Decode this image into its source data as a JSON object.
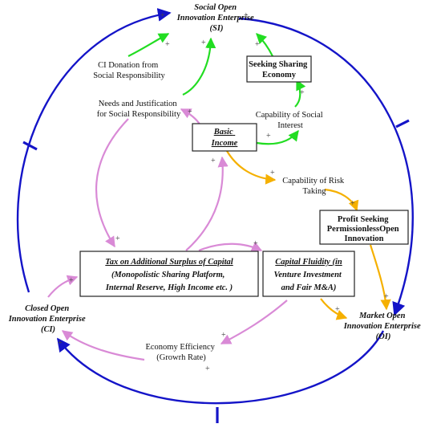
{
  "colors": {
    "outer_loop": "#1414c8",
    "green_link": "#22dd22",
    "orange_link": "#f5b000",
    "pink_link": "#d98ad6",
    "box_border": "#222222",
    "text": "#111111"
  },
  "nodes": {
    "si": {
      "lines": [
        "Social Open",
        "Innovation Enterprise",
        "(SI)"
      ]
    },
    "ci": {
      "lines": [
        "Closed Open",
        "Innovation Enterprise",
        "(CI)"
      ]
    },
    "oi": {
      "lines": [
        "Market Open",
        "Innovation Enterprise",
        "(OI)"
      ]
    },
    "ci_donation": {
      "lines": [
        "CI Donation from",
        "Social Responsibility"
      ]
    },
    "needs": {
      "lines": [
        "Needs and Justification",
        "for Social Responsibility"
      ]
    },
    "seeking": {
      "lines": [
        "Seeking Sharing",
        "Economy"
      ]
    },
    "capability_social": {
      "lines": [
        "Capability of Social",
        "Interest"
      ]
    },
    "basic_income": {
      "lines": [
        "Basic",
        "Income"
      ]
    },
    "capability_risk": {
      "lines": [
        "Capability of Risk",
        "Taking"
      ]
    },
    "profit": {
      "lines": [
        "Profit Seeking",
        "PermissionlessOpen",
        "Innovation"
      ]
    },
    "tax": {
      "lines": [
        "Tax on Additional Surplus of Capital",
        "(Monopolistic Sharing Platform,",
        "Internal Reserve, High Income etc.  )"
      ]
    },
    "capital": {
      "lines": [
        "Capital Fluidity (in",
        "Venture Investment",
        "and Fair M&A)"
      ]
    },
    "efficiency": {
      "lines": [
        "Economy Efficiency",
        "(Growrh Rate)"
      ]
    }
  },
  "polarity_sign": "+"
}
